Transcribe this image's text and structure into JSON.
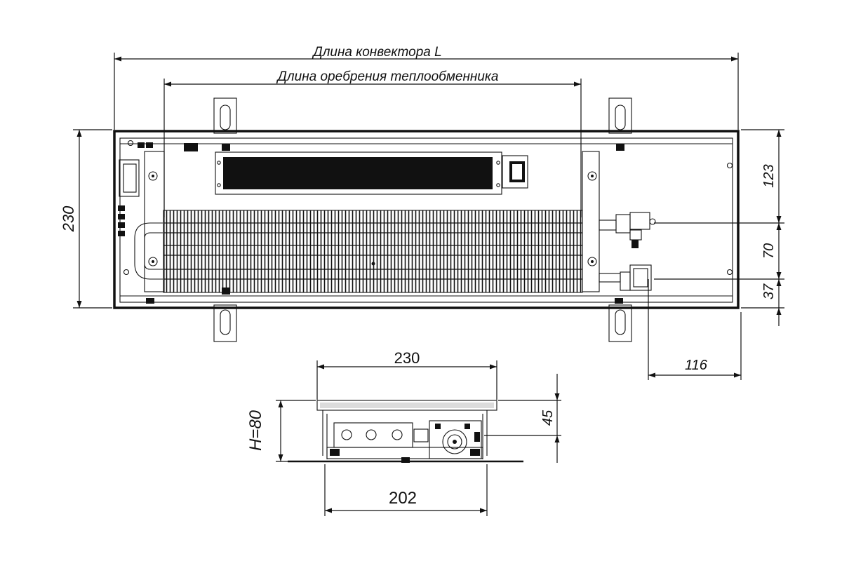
{
  "labels": {
    "convector_length": "Длина конвектора L",
    "fin_length": "Длина оребрения теплообменника",
    "height_230": "230",
    "dim_123": "123",
    "dim_70": "70",
    "dim_37": "37",
    "dim_116": "116",
    "section_width_230": "230",
    "section_height": "H=80",
    "dim_45": "45",
    "section_base_202": "202"
  }
}
